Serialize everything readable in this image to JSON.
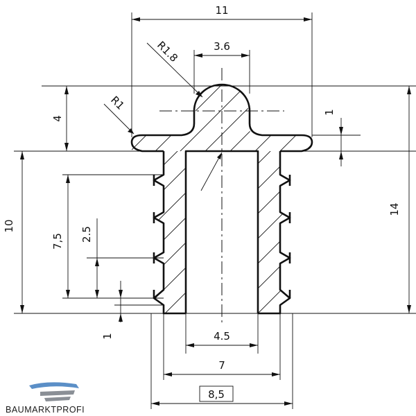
{
  "dimensions": {
    "top_width": "11",
    "radius_top": "R1.8",
    "ball_width": "3.6",
    "radius_flange": "R1",
    "head_height": "4",
    "flange_thickness": "1",
    "total_height": "14",
    "shank_height": "10",
    "rib_zone": "7,5",
    "rib_pitch": "2.5",
    "bottom_gap": "1",
    "bore_diameter": "4.5",
    "shank_diameter": "7",
    "rib_diameter": "8,5"
  },
  "logo": {
    "text": "BAUMARKTPROFI",
    "colors": {
      "blue": "#5b8fc7",
      "grey": "#8a8f96"
    }
  }
}
